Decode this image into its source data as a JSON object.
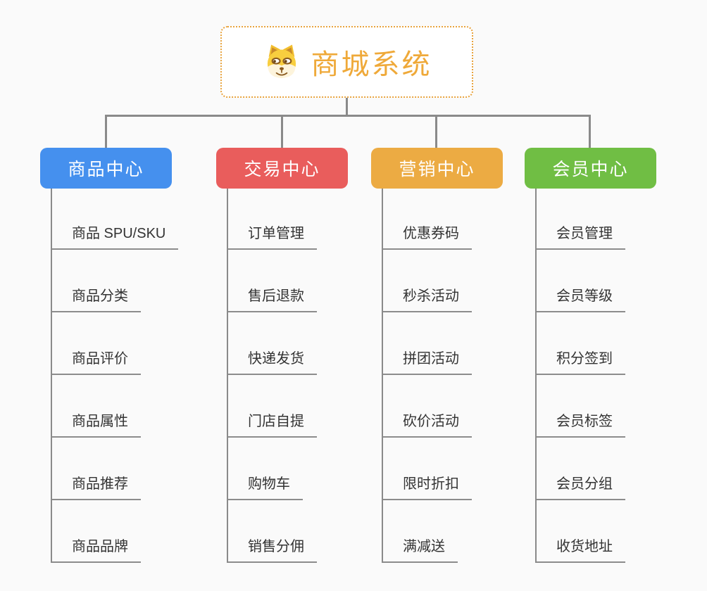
{
  "canvas": {
    "background_color": "#fafafa",
    "connector_color": "#8a8a8a"
  },
  "root": {
    "title": "商城系统",
    "icon": "dog-face-icon",
    "text_color": "#efa939",
    "border_color": "#e8a33d"
  },
  "branches": [
    {
      "id": "product-center",
      "label": "商品中心",
      "color": "#4590ee",
      "children": [
        "商品 SPU/SKU",
        "商品分类",
        "商品评价",
        "商品属性",
        "商品推荐",
        "商品品牌"
      ]
    },
    {
      "id": "trade-center",
      "label": "交易中心",
      "color": "#e95d5c",
      "children": [
        "订单管理",
        "售后退款",
        "快递发货",
        "门店自提",
        "购物车",
        "销售分佣"
      ]
    },
    {
      "id": "marketing-center",
      "label": "营销中心",
      "color": "#ecab43",
      "children": [
        "优惠券码",
        "秒杀活动",
        "拼团活动",
        "砍价活动",
        "限时折扣",
        "满减送"
      ]
    },
    {
      "id": "member-center",
      "label": "会员中心",
      "color": "#70be44",
      "children": [
        "会员管理",
        "会员等级",
        "积分签到",
        "会员标签",
        "会员分组",
        "收货地址"
      ]
    }
  ]
}
